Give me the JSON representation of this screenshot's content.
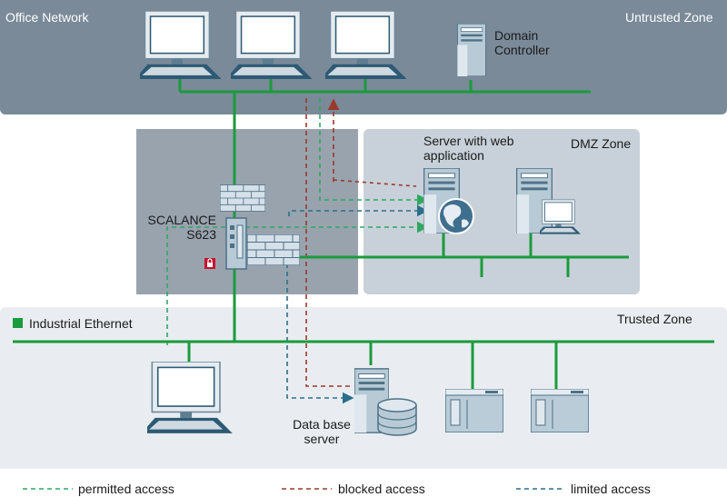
{
  "zones": {
    "office": "Office Network",
    "untrusted": "Untrusted Zone",
    "dmz": "DMZ Zone",
    "trusted": "Trusted Zone"
  },
  "devices": {
    "domain_controller": "Domain\nController",
    "web_server": "Server with web\napplication",
    "scalance": "SCALANCE\nS623",
    "database": "Data base\nserver"
  },
  "network_label": "Industrial Ethernet",
  "legend": {
    "permitted": "permitted access",
    "blocked": "blocked access",
    "limited": "limited access"
  },
  "colors": {
    "network": "#1a9b3c",
    "permitted": "#2fa860",
    "blocked": "#9a3a2a",
    "limited": "#2a6f8a",
    "office_zone": "#7a8a99",
    "dmz_zone": "#c8d1d9",
    "firewall_zone": "#98a3ae",
    "trusted_zone": "#e9edf1"
  }
}
